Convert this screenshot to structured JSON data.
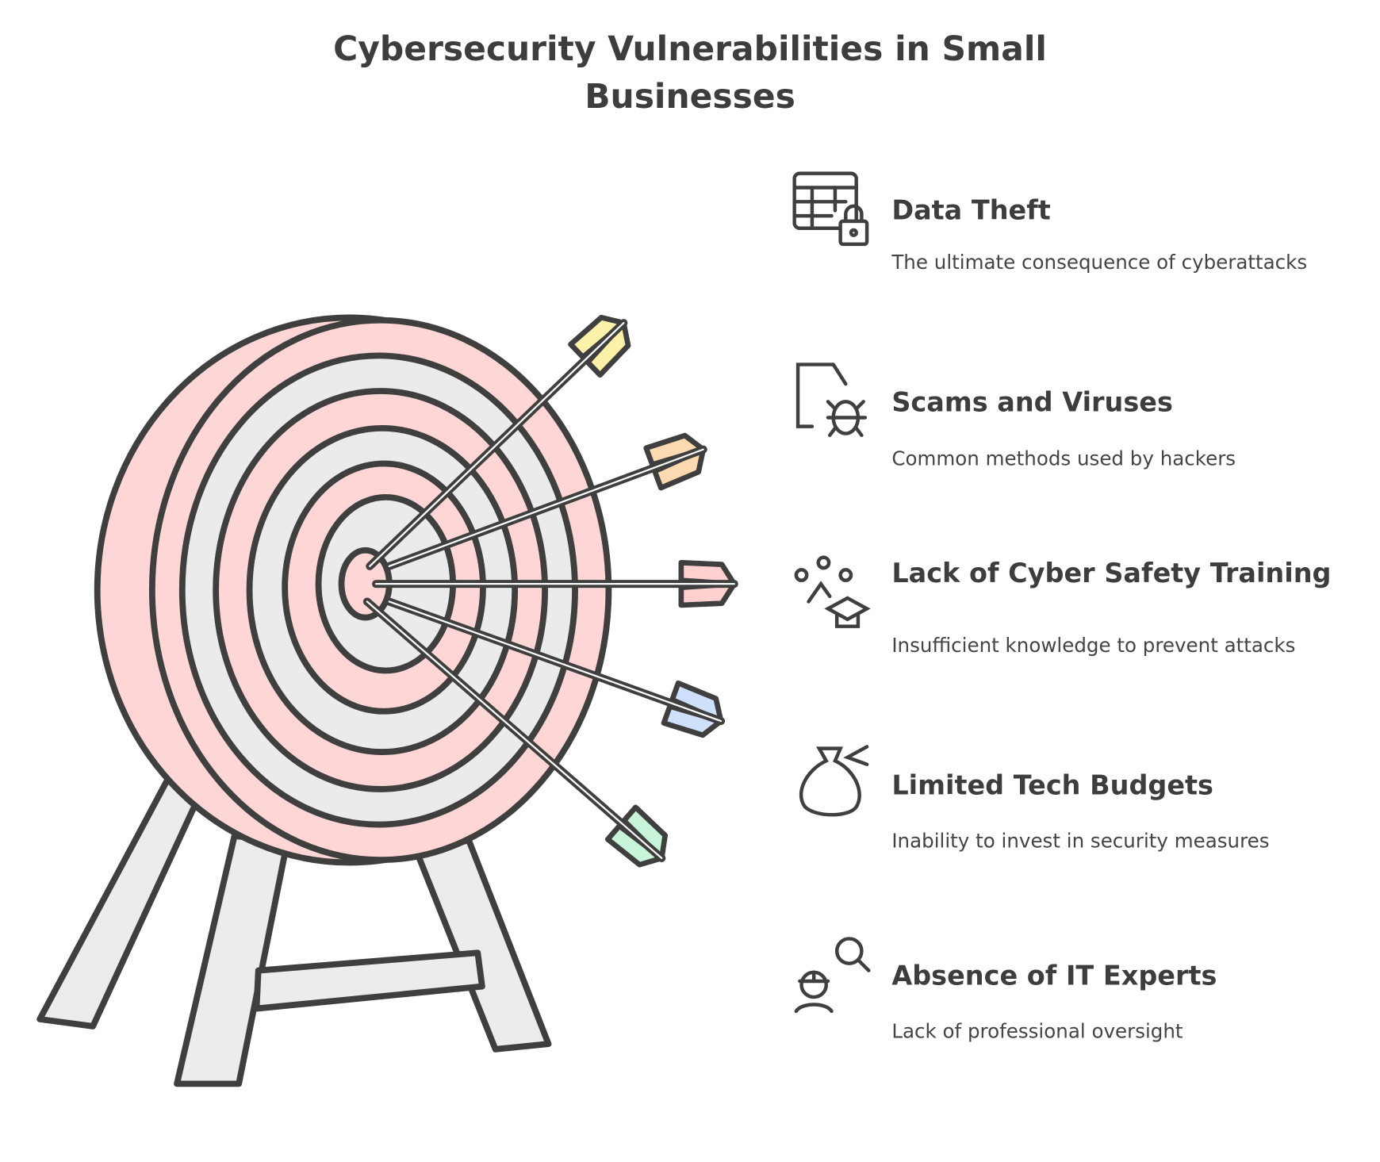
{
  "title": "Cybersecurity Vulnerabilities in Small Businesses",
  "items": [
    {
      "heading": "Data Theft",
      "description": "The ultimate consequence of cyberattacks",
      "icon": "table-lock-icon"
    },
    {
      "heading": "Scams and Viruses",
      "description": "Common methods used by hackers",
      "icon": "file-bug-icon"
    },
    {
      "heading": "Lack of Cyber Safety Training",
      "description": "Insufficient knowledge to prevent attacks",
      "icon": "people-graduation-icon"
    },
    {
      "heading": "Limited Tech Budgets",
      "description": "Inability to invest in security measures",
      "icon": "money-bag-icon"
    },
    {
      "heading": "Absence of IT Experts",
      "description": "Lack of professional oversight",
      "icon": "worker-search-icon"
    }
  ],
  "colors": {
    "stroke": "#3f3f3f",
    "ring_pink": "#ffd6d6",
    "ring_gray": "#e8e8e8",
    "fletch": [
      "#fbf1a8",
      "#fcd9b0",
      "#ffd0d0",
      "#cfe0fb",
      "#c8f5da"
    ]
  }
}
